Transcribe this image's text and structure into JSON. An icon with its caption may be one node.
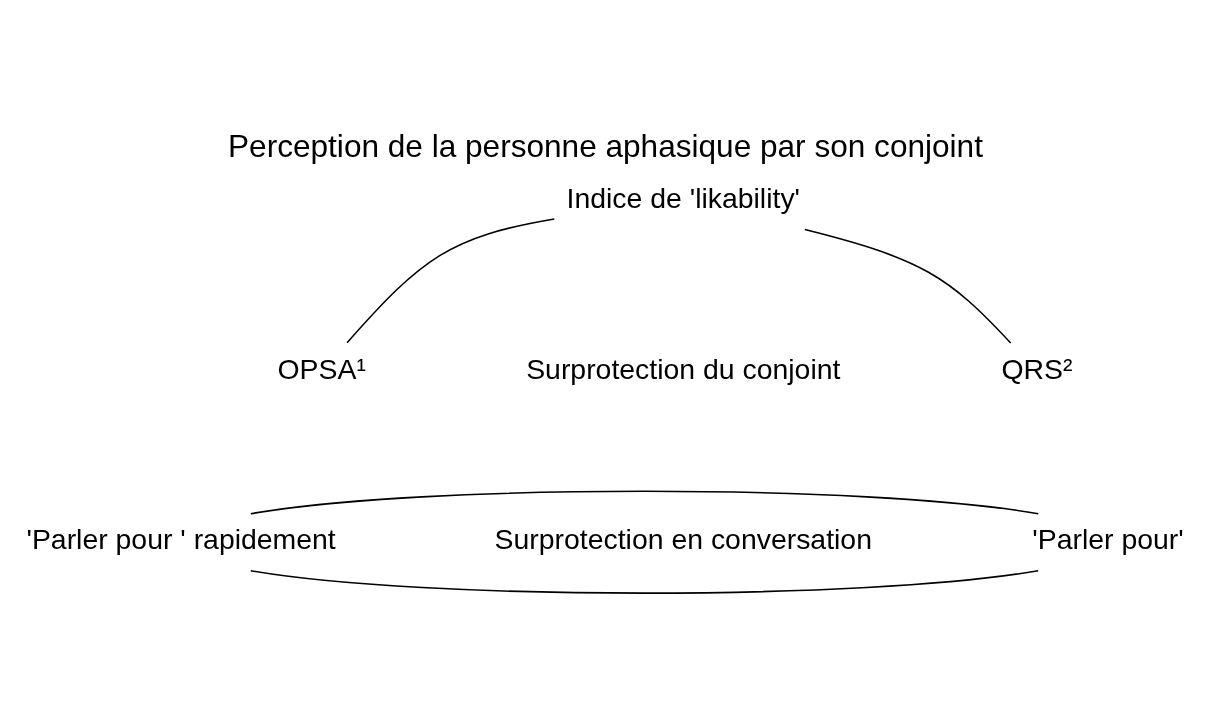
{
  "diagram": {
    "title": "Perception de la personne aphasique par son conjoint",
    "nodes": [
      {
        "text": [
          "Indice de 'likability'"
        ]
      },
      {
        "text": [
          "OPSA¹"
        ]
      },
      {
        "text": [
          "Surprotection du conjoint"
        ]
      },
      {
        "text": [
          "QRS²"
        ]
      },
      {
        "text": [
          "'Parler pour ' rapidement"
        ]
      },
      {
        "text": [
          "Surprotection en conversation"
        ]
      },
      {
        "text": [
          "'Parler pour'"
        ]
      }
    ],
    "edges": [
      {
        "from": 0,
        "to": 1,
        "arrow": "none"
      },
      {
        "from": 0,
        "to": 3,
        "arrow": "none"
      },
      {
        "from": 4,
        "to": 6,
        "arrow": "none"
      },
      {
        "from": 4,
        "to": 6,
        "arrow": "none"
      }
    ]
  }
}
